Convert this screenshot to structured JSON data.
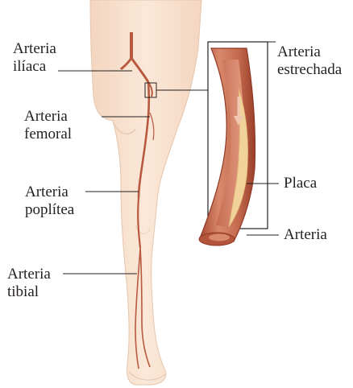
{
  "labels": {
    "iliac": {
      "line1": "Arteria",
      "line2": "ilíaca"
    },
    "femoral": {
      "line1": "Arteria",
      "line2": "femoral"
    },
    "popliteal": {
      "line1": "Arteria",
      "line2": "poplítea"
    },
    "tibial": {
      "line1": "Arteria",
      "line2": "tibial"
    },
    "narrowed": {
      "line1": "Arteria",
      "line2": "estrechada"
    },
    "plaque": {
      "text": "Placa"
    },
    "artery": {
      "text": "Arteria"
    }
  },
  "colors": {
    "skin": "#f9e3d0",
    "skin_outline": "#e6c6ad",
    "artery": "#b85a40",
    "artery_dark": "#8e3a26",
    "plaque": "#f0d29a",
    "leader_line": "#231f20"
  }
}
